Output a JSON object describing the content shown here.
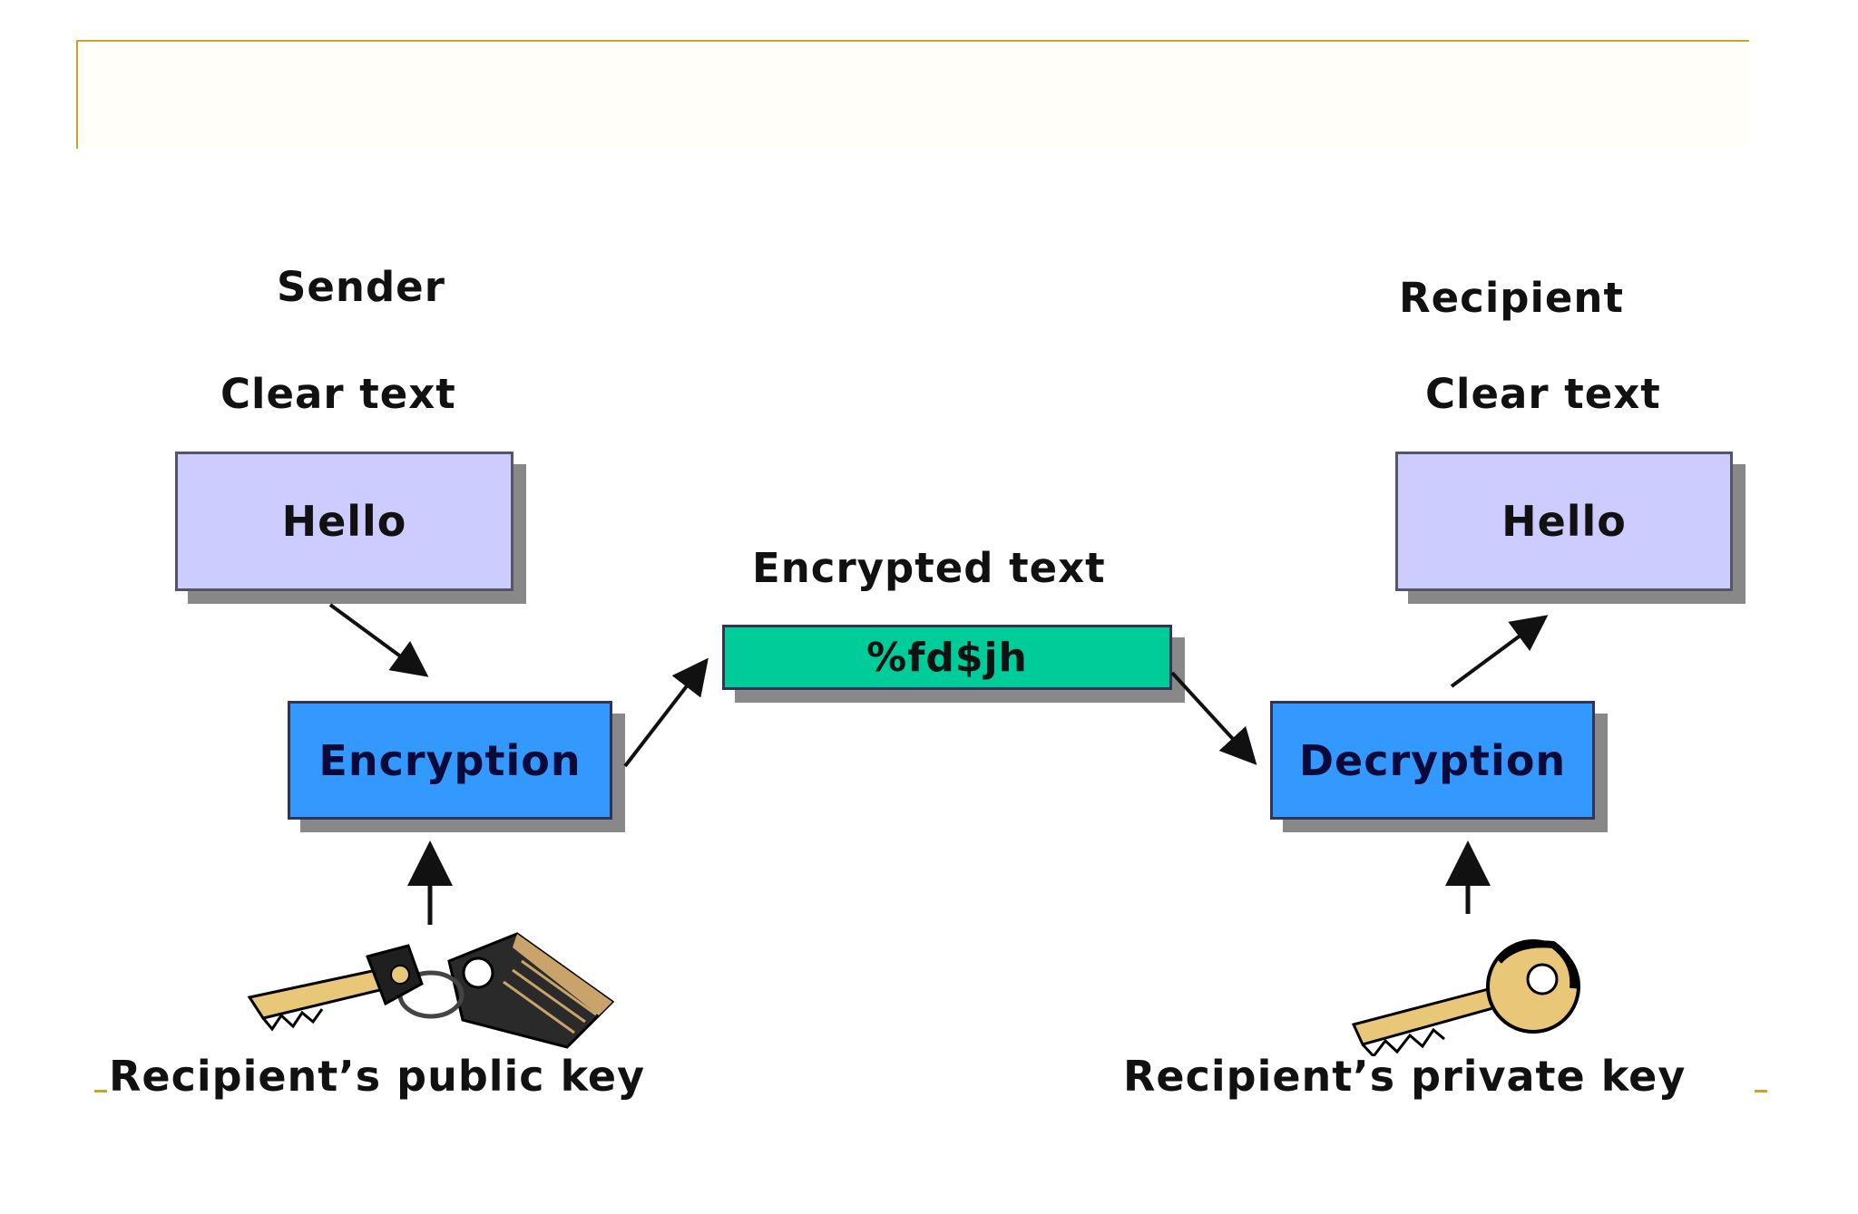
{
  "sender": {
    "heading": "Sender",
    "clear_label": "Clear text",
    "message": "Hello",
    "process": "Encryption",
    "key_caption": "Recipient’s public key"
  },
  "middle": {
    "label": "Encrypted text",
    "cipher": "%fd$jh"
  },
  "recipient": {
    "heading": "Recipient",
    "clear_label": "Clear text",
    "message": "Hello",
    "process": "Decryption",
    "key_caption": "Recipient’s private key"
  },
  "colors": {
    "clear_box": "#ccccff",
    "process_box": "#3399ff",
    "cipher_box": "#00cc99",
    "frame_accent": "#c8a42a",
    "shadow": "#888888"
  },
  "icons": {
    "public_key": "key-ring-icon",
    "private_key": "key-icon"
  }
}
